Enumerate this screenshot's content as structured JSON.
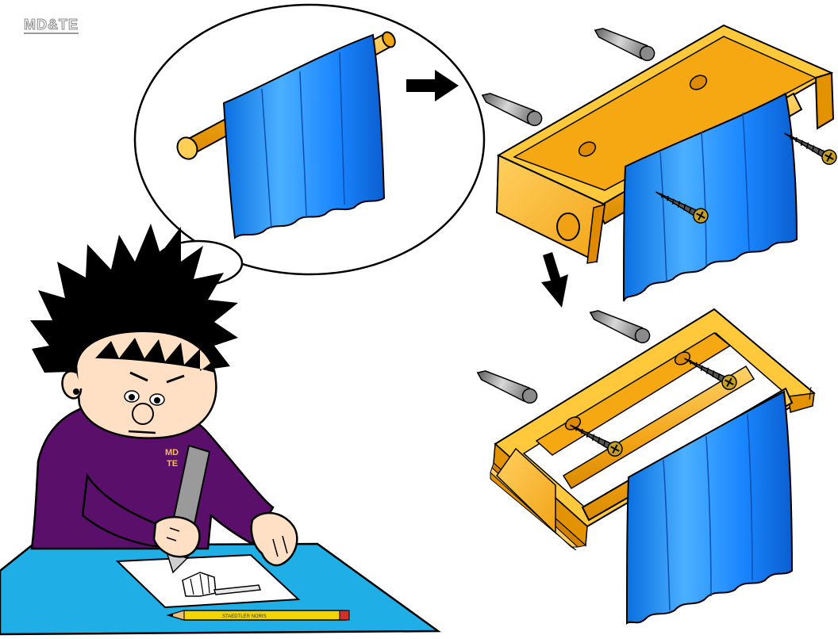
{
  "logo": {
    "text": "MD&TE"
  },
  "character": {
    "shirt_text_line1": "MD",
    "shirt_text_line2": "TE"
  },
  "pencil": {
    "brand_text": "STAEDTLER NORIS"
  },
  "colors": {
    "wood": "#f7b527",
    "wood_light": "#ffd66a",
    "wood_dark": "#e39200",
    "towel": "#1a8cff",
    "towel_light": "#6cc2ff",
    "shirt": "#5a0f6b",
    "desk": "#1faee6",
    "screw": "#9a9a9a"
  }
}
